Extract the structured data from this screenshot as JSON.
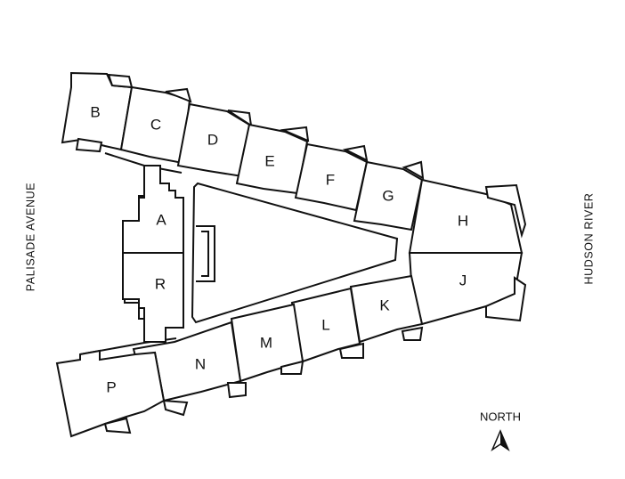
{
  "streets": {
    "west": "PALISADE AVENUE",
    "east": "HUDSON RIVER"
  },
  "compass": {
    "label": "NORTH",
    "icon": "north-arrow-icon"
  },
  "units": {
    "A": "A",
    "B": "B",
    "C": "C",
    "D": "D",
    "E": "E",
    "F": "F",
    "G": "G",
    "H": "H",
    "J": "J",
    "K": "K",
    "L": "L",
    "M": "M",
    "N": "N",
    "P": "P",
    "R": "R"
  },
  "colors": {
    "stroke": "#111111",
    "background": "#ffffff"
  }
}
